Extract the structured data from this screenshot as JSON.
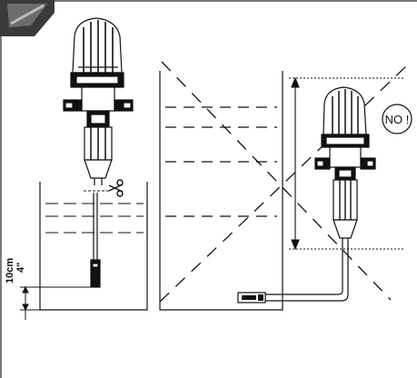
{
  "measure": {
    "metric": "10cm",
    "imperial": "4\""
  },
  "warning": {
    "text": "NO !"
  },
  "icons": {
    "scissors": "scissors-icon",
    "pump": "dosing-pump-icon"
  }
}
